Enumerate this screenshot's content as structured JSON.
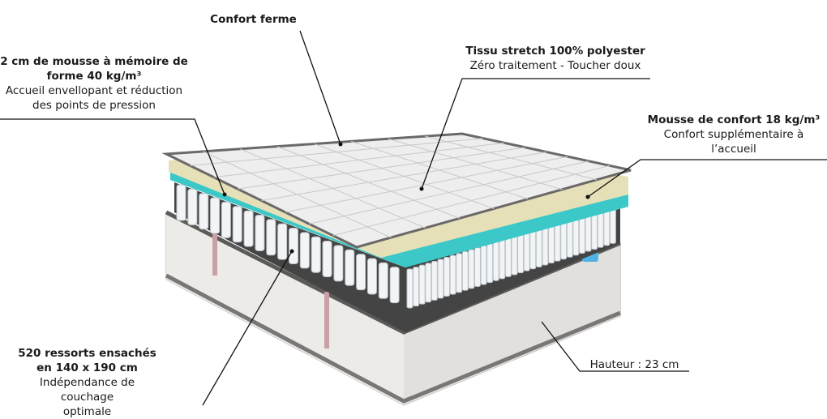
{
  "annotations": {
    "top_comfort": {
      "title": "Confort ferme"
    },
    "memory_foam": {
      "title_line1": "2 cm de mousse à mémoire de",
      "title_line2": "forme 40 kg/m³",
      "desc_line1": "Accueil envellopant et réduction",
      "desc_line2": "des points de pression"
    },
    "fabric": {
      "title": "Tissu stretch 100% polyester",
      "desc": "Zéro traitement - Toucher doux"
    },
    "comfort_foam": {
      "title": "Mousse de confort 18 kg/m³",
      "desc_line1": "Confort supplémentaire à",
      "desc_line2": "l’accueil"
    },
    "springs": {
      "title_line1": "520 ressorts ensachés",
      "title_line2": "en 140 x 190 cm",
      "desc_line1": "Indépendance de couchage",
      "desc_line2": "optimale"
    },
    "height": {
      "desc": "Hauteur : 23 cm"
    }
  },
  "colors": {
    "memory_foam": "#3cc8c8",
    "comfort_foam": "#e6e0b8",
    "quilt": "#eeeeee",
    "base": "#e9e7e4",
    "edge": "#7a7676",
    "label_tag": "#4fb3e6"
  }
}
